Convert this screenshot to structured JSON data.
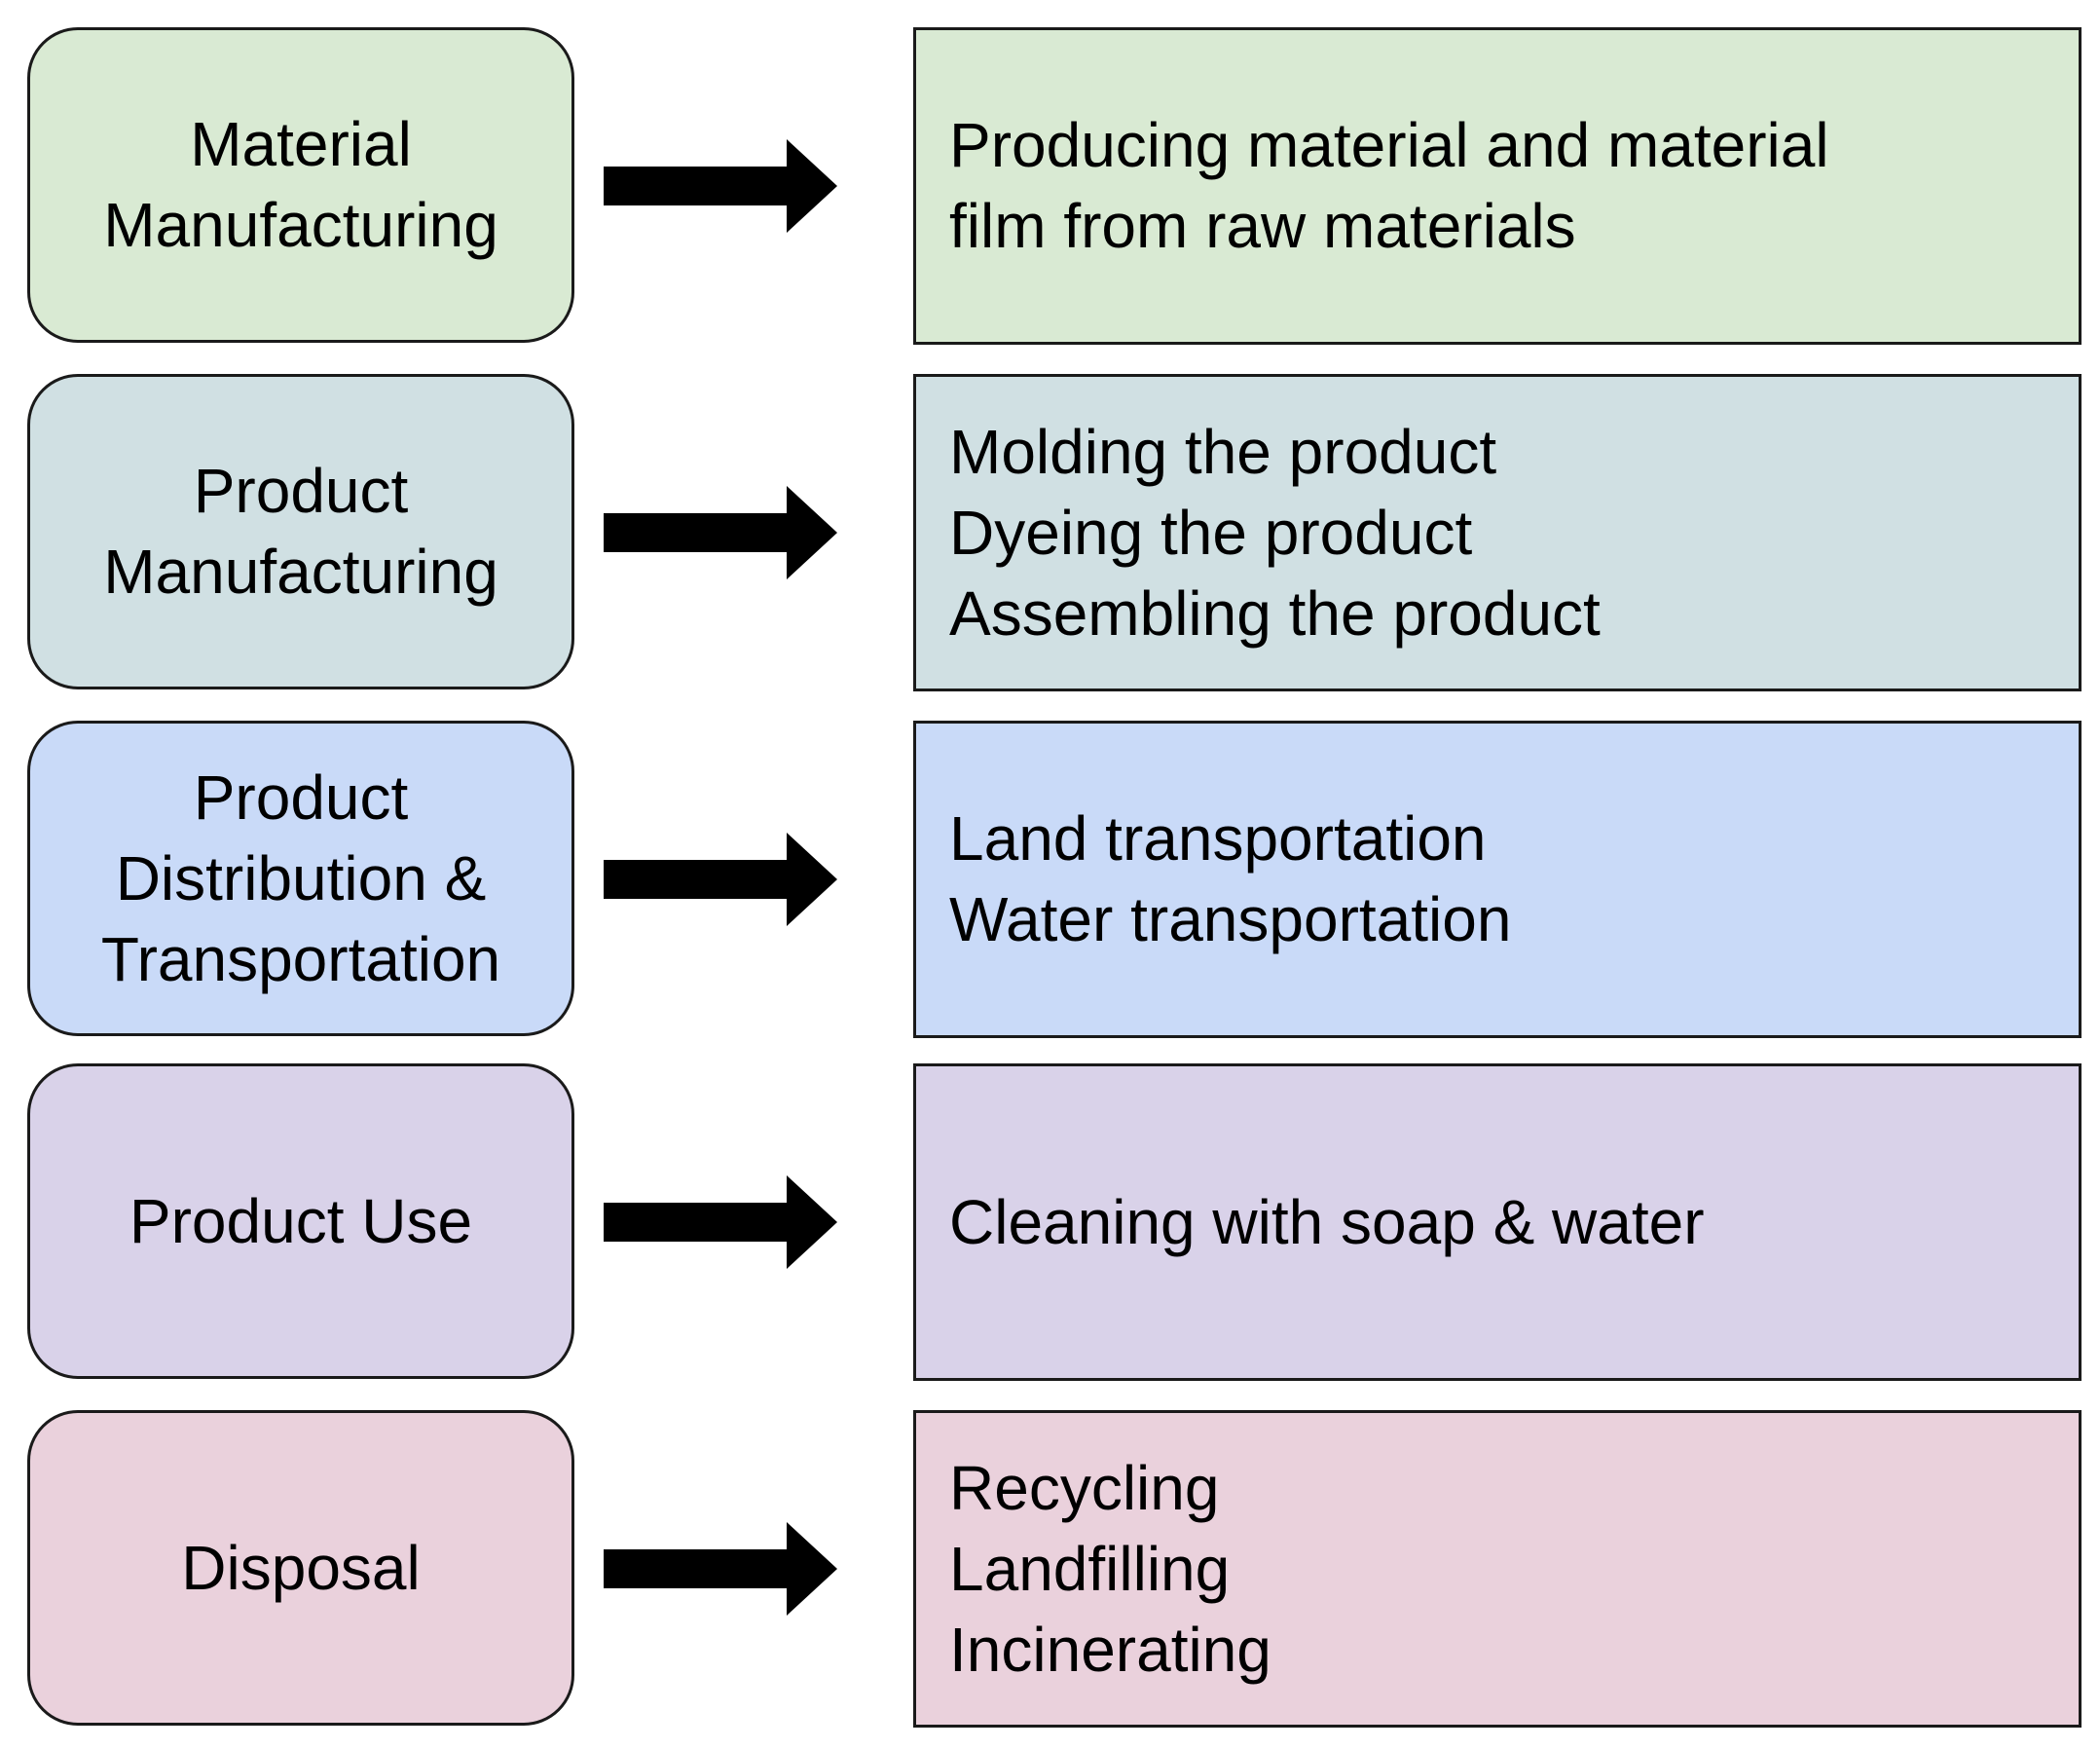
{
  "colors": {
    "material_manufacturing": "#d9ead3",
    "product_manufacturing": "#d0e0e3",
    "distribution_transportation": "#c9daf8",
    "product_use": "#d9d2e9",
    "disposal": "#ead1dc",
    "arrow": "#000000",
    "border": "#1a1a1a"
  },
  "stages": [
    {
      "label": "Material\nManufacturing",
      "details": "Producing material and material\nfilm from raw materials"
    },
    {
      "label": "Product\nManufacturing",
      "details": "Molding the product\nDyeing the product\nAssembling the product"
    },
    {
      "label": "Product\nDistribution &\nTransportation",
      "details": "Land transportation\nWater transportation"
    },
    {
      "label": "Product Use",
      "details": "Cleaning with soap & water"
    },
    {
      "label": "Disposal",
      "details": "Recycling\nLandfilling\nIncinerating"
    }
  ]
}
